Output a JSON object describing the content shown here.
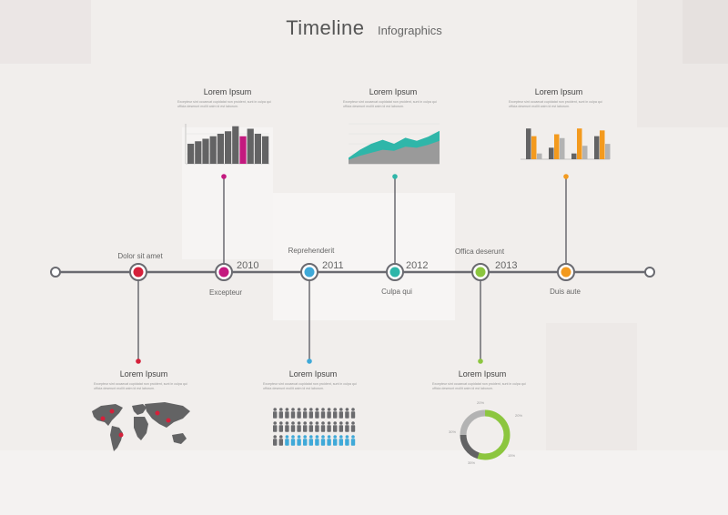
{
  "title": {
    "main": "Timeline",
    "sub": "Infographics"
  },
  "colors": {
    "line": "#6a6a70",
    "red": "#d5203a",
    "magenta": "#c4197f",
    "blue": "#3fa9d8",
    "teal": "#2fb6a9",
    "green": "#8cc63f",
    "orange": "#f39a1e",
    "gray": "#636364",
    "lightgray": "#b3b3b3"
  },
  "milestones": [
    {
      "label": "Dolor sit amet",
      "pos": "above",
      "color": "#d5203a"
    },
    {
      "label": "Excepteur",
      "pos": "below",
      "color": "#c4197f"
    },
    {
      "label": "Reprehenderit",
      "pos": "above",
      "color": "#3fa9d8"
    },
    {
      "label": "Culpa qui",
      "pos": "below",
      "color": "#2fb6a9"
    },
    {
      "label": "Offica deserunt",
      "pos": "above",
      "color": "#8cc63f"
    },
    {
      "label": "Duis aute",
      "pos": "below",
      "color": "#f39a1e"
    }
  ],
  "years": [
    "2010",
    "2011",
    "2012",
    "2013"
  ],
  "cards": [
    {
      "title": "Lorem Ipsum",
      "text": "Excepteur sint occaecat cupidatat non proident, sunt in culpa qui officia deserunt mollit anim id est laborum."
    },
    {
      "title": "Lorem Ipsum",
      "text": "Excepteur sint occaecat cupidatat non proident, sunt in culpa qui officia deserunt mollit anim id est laborum."
    },
    {
      "title": "Lorem Ipsum",
      "text": "Excepteur sint occaecat cupidatat non proident, sunt in culpa qui officia deserunt mollit anim id est laborum."
    },
    {
      "title": "Lorem Ipsum",
      "text": "Excepteur sint occaecat cupidatat non proident, sunt in culpa qui officia deserunt mollit anim id est laborum."
    },
    {
      "title": "Lorem Ipsum",
      "text": "Excepteur sint occaecat cupidatat non proident, sunt in culpa qui officia deserunt mollit anim id est laborum."
    },
    {
      "title": "Lorem Ipsum",
      "text": "Excepteur sint occaecat cupidatat non proident, sunt in culpa qui officia deserunt mollit anim id est laborum."
    }
  ],
  "chart_data": [
    {
      "type": "bar",
      "values": [
        16,
        18,
        20,
        22,
        24,
        26,
        30,
        22,
        28,
        24,
        22
      ],
      "highlight_index": 7,
      "ylim": [
        0,
        32
      ],
      "colors": [
        "#636364",
        "#c4197f"
      ]
    },
    {
      "type": "area",
      "series": [
        {
          "values": [
            6,
            14,
            20,
            24,
            20,
            26,
            23,
            27,
            33
          ]
        },
        {
          "values": [
            4,
            8,
            11,
            14,
            13,
            17,
            16,
            19,
            23
          ]
        }
      ],
      "ylim": [
        0,
        40
      ],
      "colors": [
        "#2fb6a9",
        "#9a9a9a"
      ]
    },
    {
      "type": "bar",
      "groups": [
        {
          "values": [
            32,
            24,
            6
          ]
        },
        {
          "values": [
            12,
            26,
            22
          ]
        },
        {
          "values": [
            6,
            32,
            14
          ]
        },
        {
          "values": [
            24,
            30,
            16
          ]
        }
      ],
      "ylim": [
        0,
        36
      ],
      "colors": [
        "#636364",
        "#f39a1e",
        "#b3b3b3"
      ]
    },
    {
      "type": "pie",
      "values": [
        20,
        30,
        15,
        35
      ],
      "labels": [
        "20%",
        "20%",
        "30%",
        "15%",
        "35%"
      ],
      "colors": [
        "#8cc63f",
        "#636364",
        "#b3b3b3",
        "#8cc63f"
      ]
    },
    {
      "type": "pictogram",
      "rows": 3,
      "cols": 14,
      "highlight_count": 12,
      "colors": [
        "#6b6b6e",
        "#3fa9d8"
      ]
    }
  ]
}
